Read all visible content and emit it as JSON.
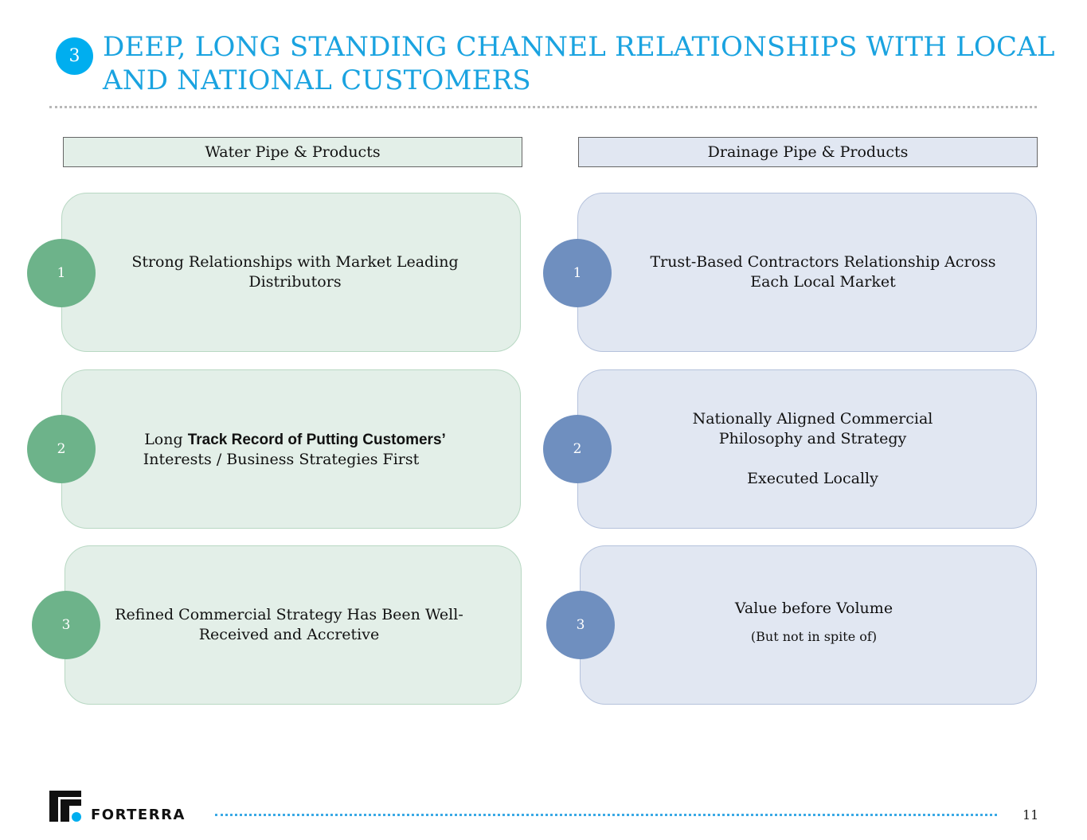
{
  "header": {
    "section_number": "3",
    "title_line1": "DEEP, LONG STANDING CHANNEL RELATIONSHIPS WITH LOCAL",
    "title_line2": "AND NATIONAL CUSTOMERS"
  },
  "columns": {
    "water": {
      "label": "Water Pipe & Products",
      "items": [
        {
          "number": "1",
          "line1": "Strong Relationships with Market Leading",
          "line2": "Distributors"
        },
        {
          "number": "2",
          "pre": "Long ",
          "bold": "Track Record of Putting Customers’",
          "line2": "Interests / Business Strategies First"
        },
        {
          "number": "3",
          "line1": "Refined Commercial Strategy Has Been Well-",
          "line2": "Received and Accretive"
        }
      ]
    },
    "drainage": {
      "label": "Drainage Pipe & Products",
      "items": [
        {
          "number": "1",
          "line1": "Trust-Based Contractors Relationship Across",
          "line2": "Each Local Market"
        },
        {
          "number": "2",
          "line1": "Nationally Aligned Commercial",
          "line2": "Philosophy and Strategy",
          "line3": "Executed Locally"
        },
        {
          "number": "3",
          "line1": "Value before Volume",
          "note": "(But not in spite of)"
        }
      ]
    }
  },
  "footer": {
    "brand": "FORTERRA",
    "page_number": "11",
    "colors": {
      "accent": "#00aeef",
      "water": "#6db38a",
      "drainage": "#6f8fbf"
    }
  }
}
